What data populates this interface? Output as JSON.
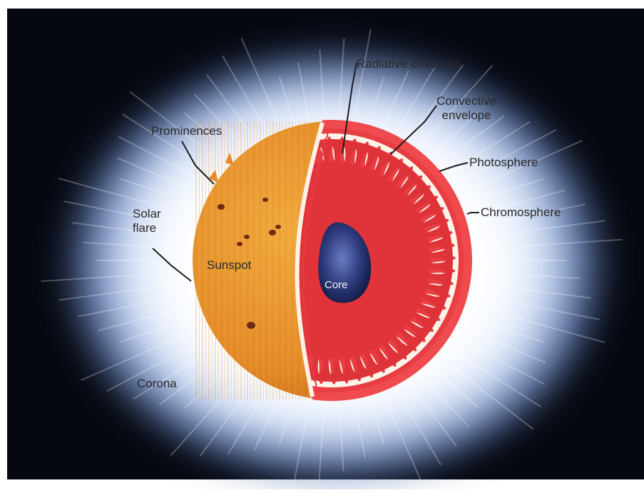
{
  "diagram": {
    "labels": {
      "radiative_envelope": "Radiative envelope",
      "convective_envelope_line1": "Convective",
      "convective_envelope_line2": "envelope",
      "prominences": "Prominences",
      "photosphere": "Photosphere",
      "chromosphere": "Chromosphere",
      "solar_flare_line1": "Solar",
      "solar_flare_line2": "flare",
      "sunspot": "Sunspot",
      "core": "Core",
      "corona": "Corona"
    }
  },
  "colors": {
    "space": "#05070f",
    "corona_glow": "#ffffff",
    "corona_blue": "#8fb0e8",
    "surface": "#e8962c",
    "interior": "#e0343a",
    "chromosphere_rim": "#ef4b4f",
    "convection_cells": "#fff3ea",
    "core": "#1e2a66"
  }
}
